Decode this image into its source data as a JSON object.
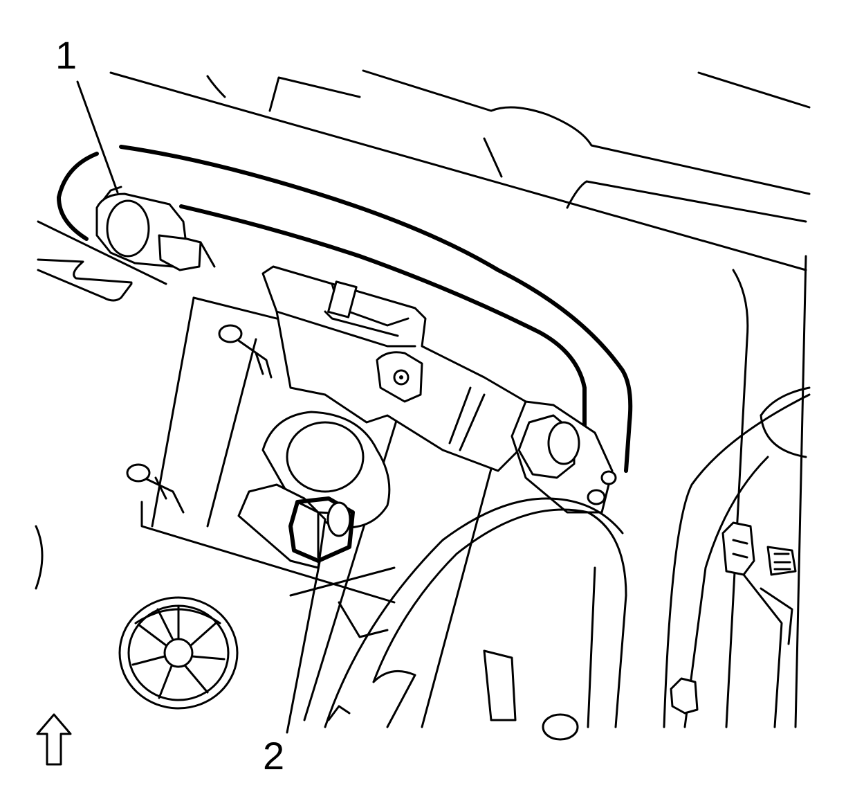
{
  "callouts": [
    {
      "id": "1",
      "label": "1"
    },
    {
      "id": "2",
      "label": "2"
    }
  ],
  "icons": {
    "orientation_arrow": "up-arrow-icon"
  },
  "colors": {
    "line": "#000000",
    "background": "#ffffff"
  }
}
